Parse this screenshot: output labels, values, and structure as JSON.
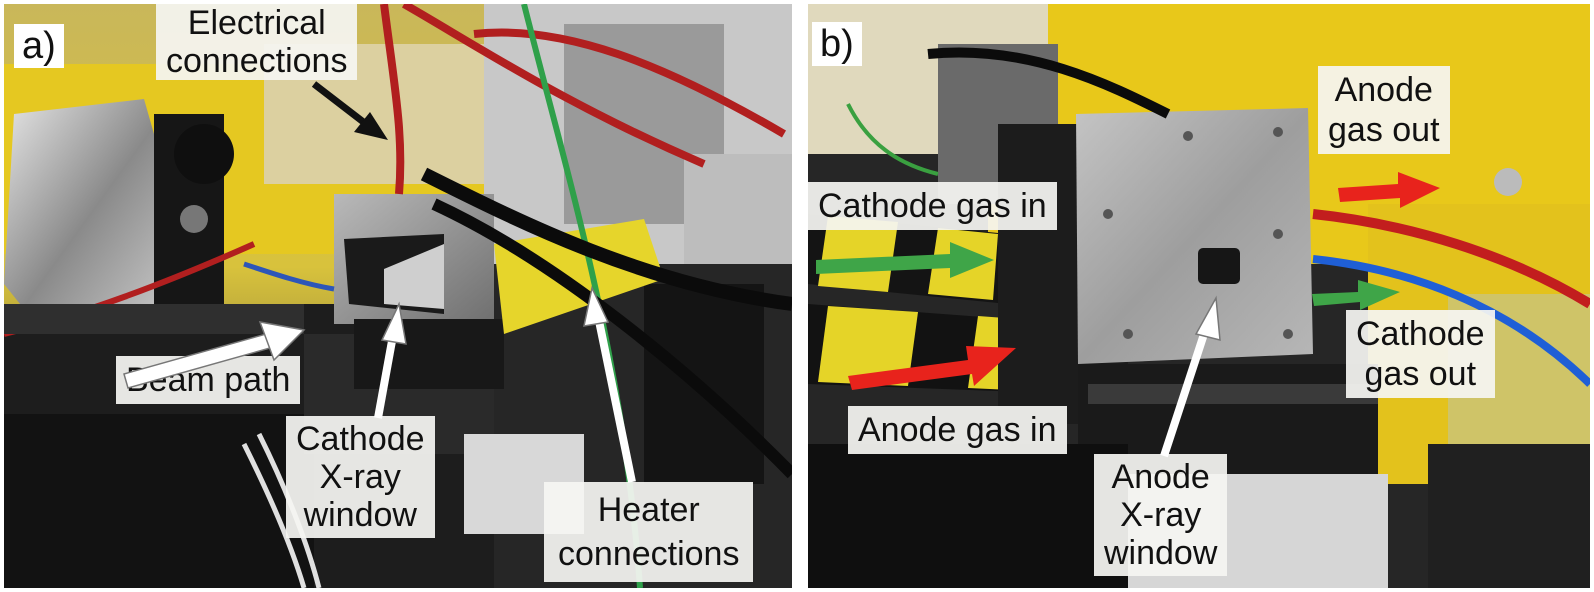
{
  "panels": [
    {
      "letter": "a)",
      "labels": {
        "electrical": [
          "Electrical",
          "connections"
        ],
        "beam_path": "Beam path",
        "cathode_window": [
          "Cathode",
          "X-ray",
          "window"
        ],
        "heater": [
          "Heater",
          "connections"
        ]
      }
    },
    {
      "letter": "b)",
      "labels": {
        "cathode_gas_in": "Cathode gas in",
        "anode_gas_in": "Anode gas in",
        "anode_gas_out": [
          "Anode",
          "gas out"
        ],
        "cathode_gas_out": [
          "Cathode",
          "gas out"
        ],
        "anode_window": [
          "Anode",
          "X-ray",
          "window"
        ]
      }
    }
  ],
  "colors": {
    "arrow_green": "#3fa548",
    "arrow_red": "#e8231c",
    "arrow_white": "#ffffff",
    "arrow_black": "#111111",
    "label_bg": "#f5f5f2",
    "machine_yellow": "#e8c81a"
  }
}
